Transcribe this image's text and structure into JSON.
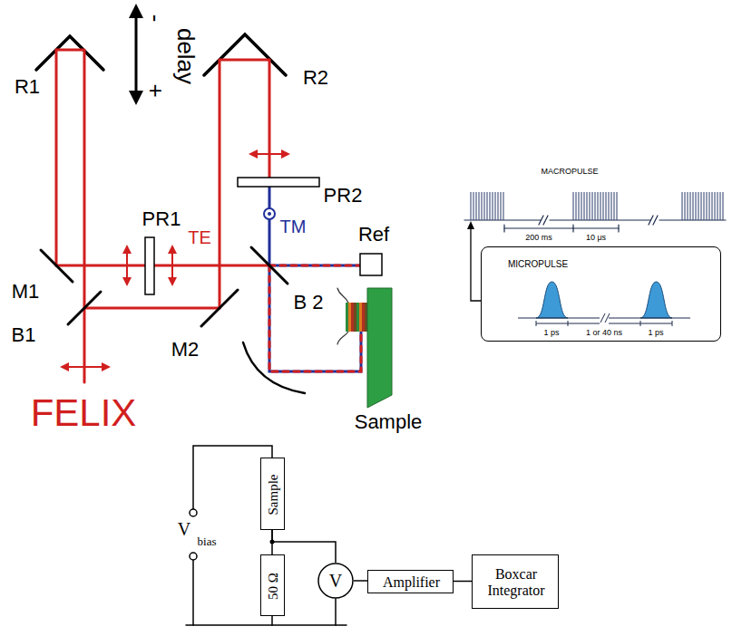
{
  "diagram": {
    "nodes": [
      {
        "text": [
          "Ref"
        ]
      },
      {
        "text": [
          "Sample"
        ]
      },
      {
        "text": [
          "MICROPULSE",
          "1 ps",
          "1 or 40 ns",
          "1 ps"
        ]
      },
      {
        "text": [
          "Sample"
        ]
      },
      {
        "text": [
          "50 Ω"
        ]
      },
      {
        "text": [
          "V"
        ]
      },
      {
        "text": [
          "Amplifier"
        ]
      },
      {
        "text": [
          "Boxcar Integrator"
        ]
      }
    ],
    "edges": [
      {
        "from": 3,
        "to": 4,
        "arrow": "none"
      },
      {
        "from": 3,
        "to": 5,
        "arrow": "none"
      },
      {
        "from": 5,
        "to": 6,
        "arrow": "none"
      },
      {
        "from": 6,
        "to": 7,
        "arrow": "none"
      }
    ],
    "labels": [
      "R1",
      "-",
      "+",
      "delay",
      "R2",
      "PR1",
      "TE",
      "PR2",
      "TM",
      "M1",
      "B1",
      "M2",
      "B 2",
      "FELIX",
      "MACROPULSE",
      "200 ms",
      "10 μs",
      "V",
      "bias"
    ]
  }
}
